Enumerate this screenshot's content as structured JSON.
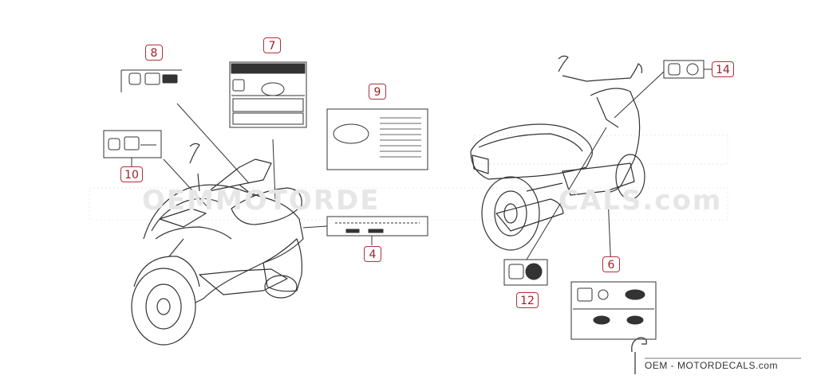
{
  "callouts": {
    "c4": "4",
    "c6": "6",
    "c7": "7",
    "c8": "8",
    "c9": "9",
    "c10": "10",
    "c12": "12",
    "c14": "14"
  },
  "watermark": {
    "left": "OEMMOTORDE",
    "right": "CALS.com"
  },
  "brand": {
    "text": "OEM - MOTORDECALS.com",
    "accent": "#b0303a"
  },
  "colors": {
    "line": "#333333",
    "callout": "#b0303a"
  }
}
